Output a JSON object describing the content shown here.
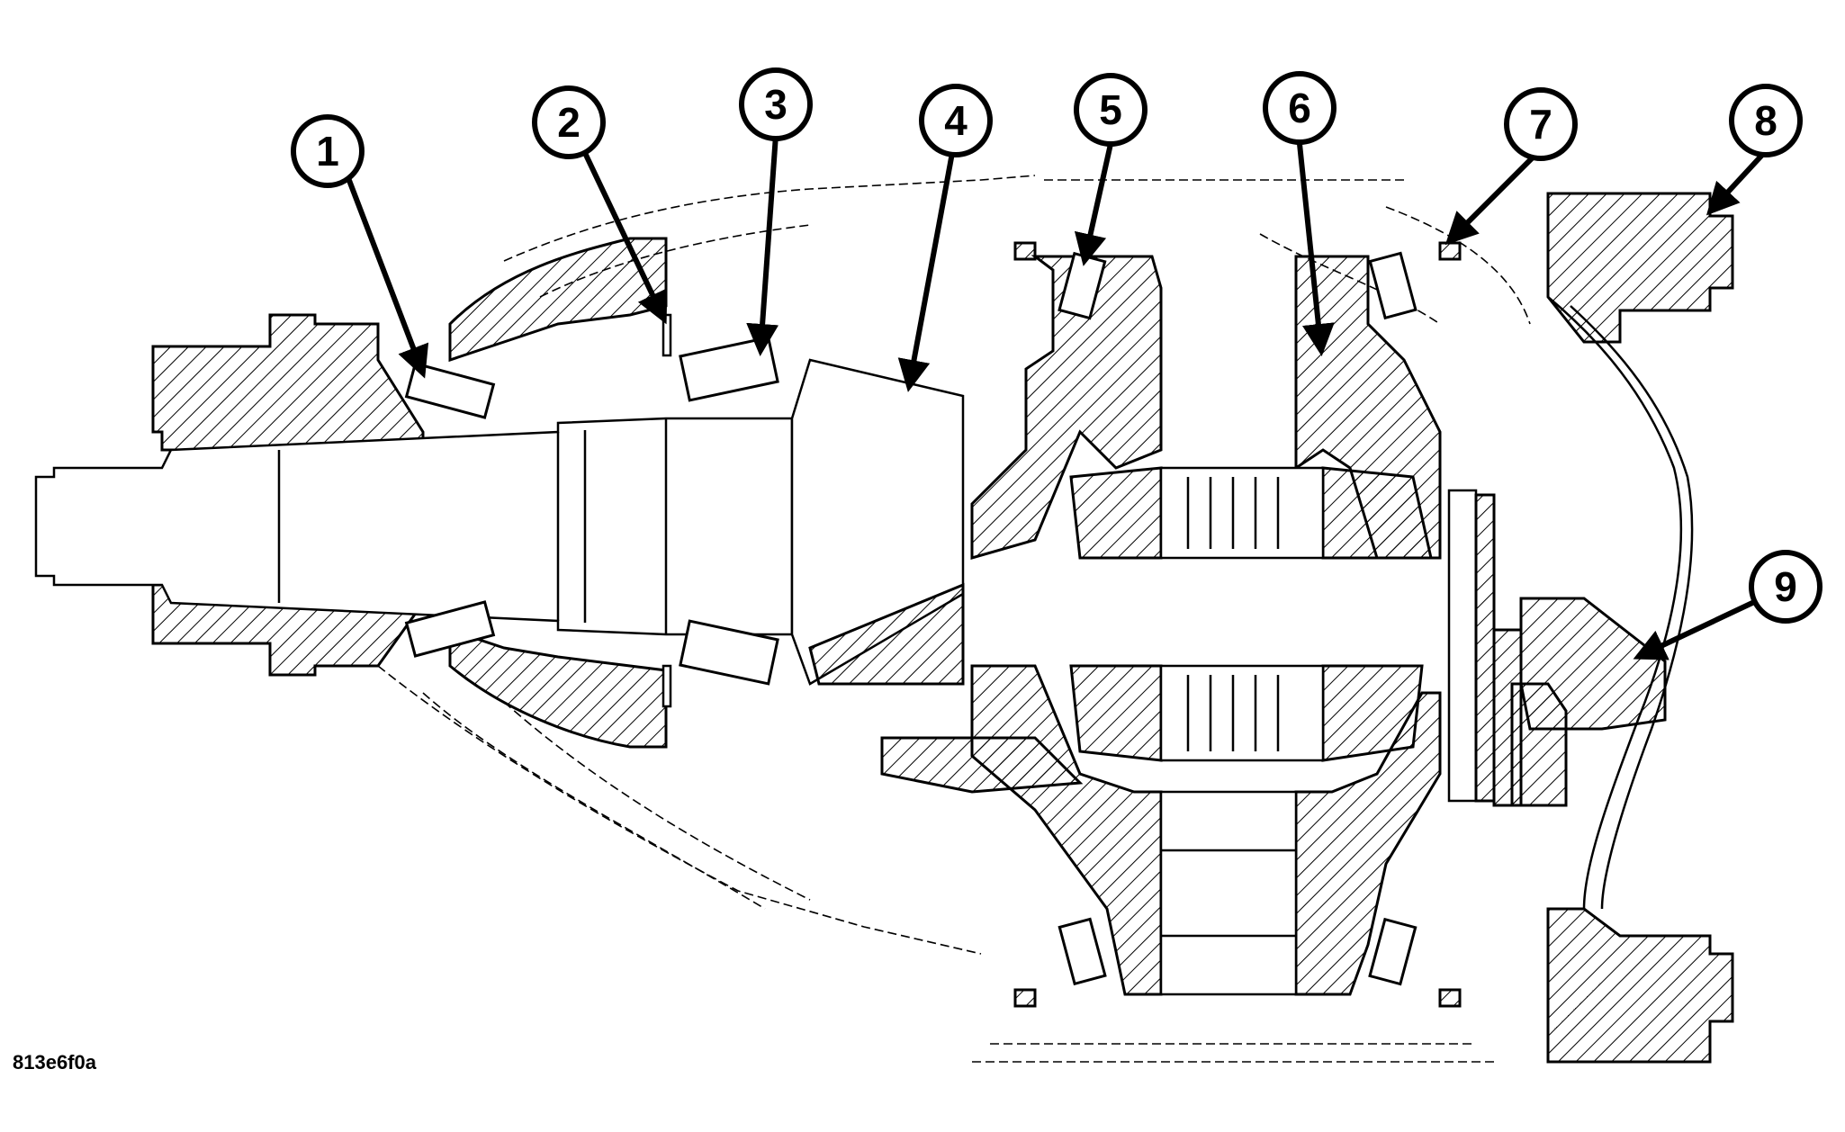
{
  "callouts": [
    {
      "number": "1"
    },
    {
      "number": "2"
    },
    {
      "number": "3"
    },
    {
      "number": "4"
    },
    {
      "number": "5"
    },
    {
      "number": "6"
    },
    {
      "number": "7"
    },
    {
      "number": "8"
    },
    {
      "number": "9"
    }
  ],
  "figure_id": "813e6f0a",
  "colors": {
    "ink": "#000000",
    "paper": "#ffffff"
  }
}
